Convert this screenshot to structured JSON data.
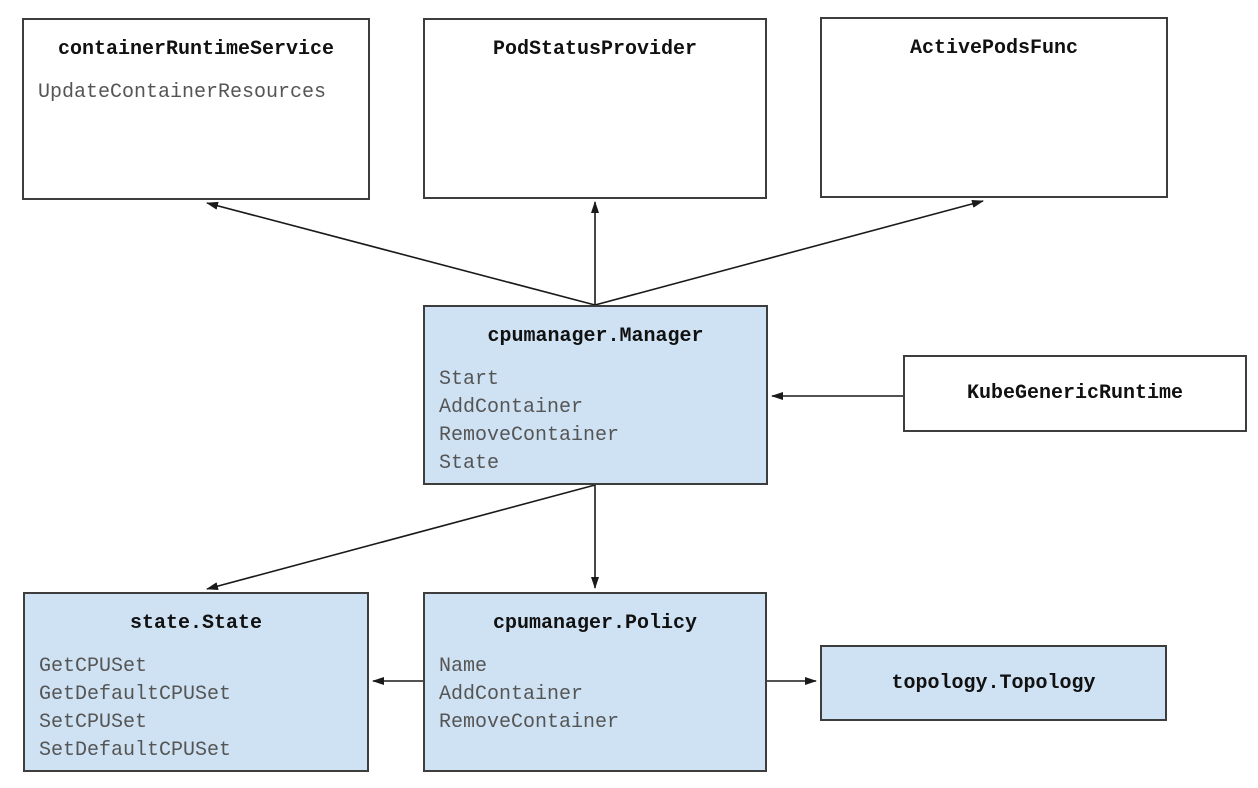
{
  "diagram": {
    "description": "kubelet CPU manager architecture diagram",
    "colors": {
      "highlight_fill": "#cfe2f3",
      "plain_fill": "#ffffff",
      "border": "#3d3d3d",
      "title_text": "#111111",
      "method_text": "#555555",
      "arrow": "#1a1a1a"
    },
    "boxes": {
      "container_runtime_service": {
        "title": "containerRuntimeService",
        "methods": [
          "UpdateContainerResources"
        ],
        "highlighted": false
      },
      "pod_status_provider": {
        "title": "PodStatusProvider",
        "methods": [],
        "highlighted": false
      },
      "active_pods_func": {
        "title": "ActivePodsFunc",
        "methods": [],
        "highlighted": false
      },
      "manager": {
        "title": "cpumanager.Manager",
        "methods": [
          "Start",
          "AddContainer",
          "RemoveContainer",
          "State"
        ],
        "highlighted": true
      },
      "kube_generic_runtime": {
        "title": "KubeGenericRuntime",
        "methods": [],
        "highlighted": false
      },
      "state": {
        "title": "state.State",
        "methods": [
          "GetCPUSet",
          "GetDefaultCPUSet",
          "SetCPUSet",
          "SetDefaultCPUSet"
        ],
        "highlighted": true
      },
      "policy": {
        "title": "cpumanager.Policy",
        "methods": [
          "Name",
          "AddContainer",
          "RemoveContainer"
        ],
        "highlighted": true
      },
      "topology": {
        "title": "topology.Topology",
        "methods": [],
        "highlighted": true
      }
    },
    "edges": [
      {
        "from": "manager",
        "to": "container_runtime_service"
      },
      {
        "from": "manager",
        "to": "pod_status_provider"
      },
      {
        "from": "manager",
        "to": "active_pods_func"
      },
      {
        "from": "kube_generic_runtime",
        "to": "manager"
      },
      {
        "from": "manager",
        "to": "state"
      },
      {
        "from": "manager",
        "to": "policy"
      },
      {
        "from": "policy",
        "to": "state"
      },
      {
        "from": "policy",
        "to": "topology"
      }
    ]
  }
}
